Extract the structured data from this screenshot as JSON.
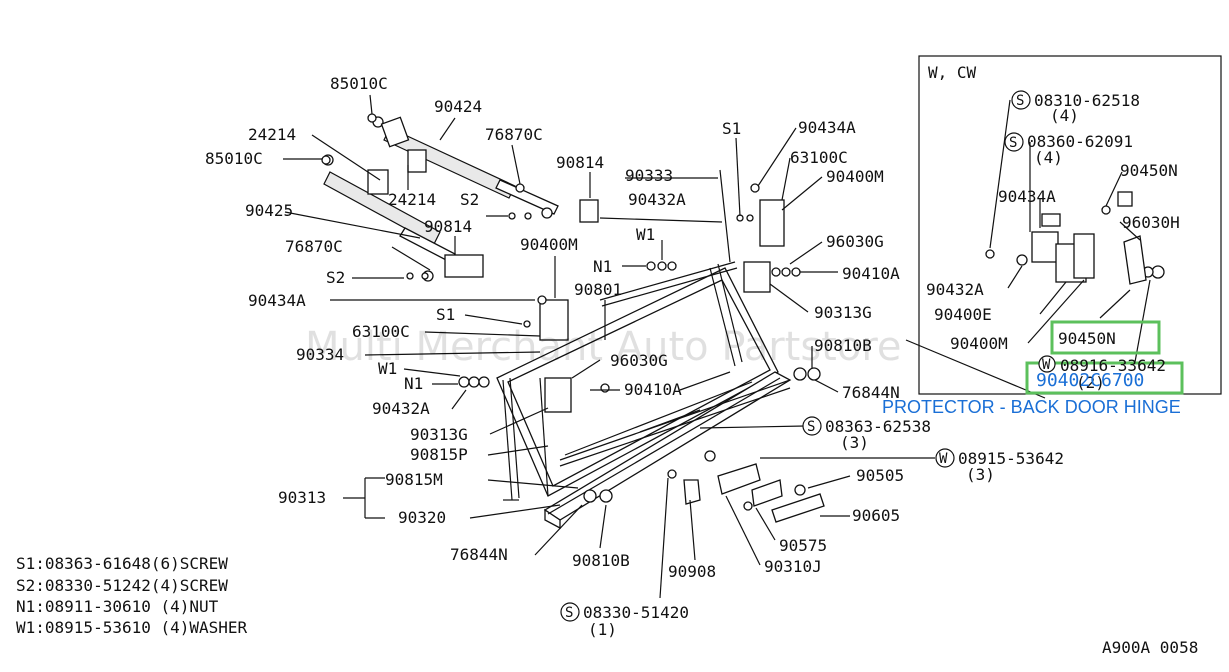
{
  "labels": {
    "p85010c_top": "85010C",
    "p90424": "90424",
    "p24214_a": "24214",
    "p76870c_top": "76870C",
    "p85010c_mid": "85010C",
    "p90814_top": "90814",
    "p90333": "90333",
    "p24214_b": "24214",
    "s2_a": "S2",
    "p90432a_top": "90432A",
    "p90425": "90425",
    "p90814_mid": "90814",
    "p90400m_mid": "90400M",
    "w1_top": "W1",
    "p76870c_mid": "76870C",
    "n1_top": "N1",
    "s2_b": "S2",
    "p90801": "90801",
    "p90434a_left": "90434A",
    "s1_left": "S1",
    "p63100c_left": "63100C",
    "p90334": "90334",
    "p96030g_mid": "96030G",
    "w1_left": "W1",
    "n1_left": "N1",
    "p90410a_mid": "90410A",
    "p90432a_left": "90432A",
    "p90313g_left": "90313G",
    "p90815p": "90815P",
    "p90815m": "90815M",
    "p90313": "90313",
    "p90320": "90320",
    "p76844n_bot": "76844N",
    "p90810b_bot": "90810B",
    "p90908": "90908",
    "p90310j": "90310J",
    "p90575": "90575",
    "p90605": "90605",
    "p90505": "90505",
    "s1_right": "S1",
    "p90434a_right": "90434A",
    "p63100c_right": "63100C",
    "p90400m_right": "90400M",
    "p96030g_right": "96030G",
    "p90410a_right": "90410A",
    "p90313g_right": "90313G",
    "p90810b_right": "90810B",
    "p76844n_right": "76844N",
    "s_circle_right": "S",
    "p08363_62538": "08363-62538",
    "q3_a": "(3)",
    "w_circle_right": "W",
    "p08915_53642": "08915-53642",
    "q3_b": "(3)",
    "s_circle_bot": "S",
    "p08330_51420": "08330-51420",
    "q1": "(1)"
  },
  "inset": {
    "title": "W, CW",
    "s1_circle": "S",
    "s1_part": "08310-62518",
    "s1_qty": "(4)",
    "s2_circle": "S",
    "s2_part": "08360-62091",
    "s2_qty": "(4)",
    "p90450n_top": "90450N",
    "p90434a": "90434A",
    "p96030h": "96030H",
    "p90432a": "90432A",
    "p90400e": "90400E",
    "p90450n_box": "90450N",
    "p90400m": "90400M",
    "w_circle": "W",
    "w_part": "08916-33642",
    "w_qty": "(2)"
  },
  "highlight": {
    "part_number": "90402C6700",
    "caption": "PROTECTOR - BACK DOOR HINGE"
  },
  "watermark": "Multi Merchant Auto Partstore",
  "legend": [
    "S1:08363-61648(6)SCREW",
    "S2:08330-51242(4)SCREW",
    "N1:08911-30610 (4)NUT",
    "W1:08915-53610 (4)WASHER"
  ],
  "ref_code": "A900A 0058",
  "colors": {
    "highlight_box": "#5cc05c",
    "highlight_text": "#1a6fd6",
    "line": "#111111"
  }
}
